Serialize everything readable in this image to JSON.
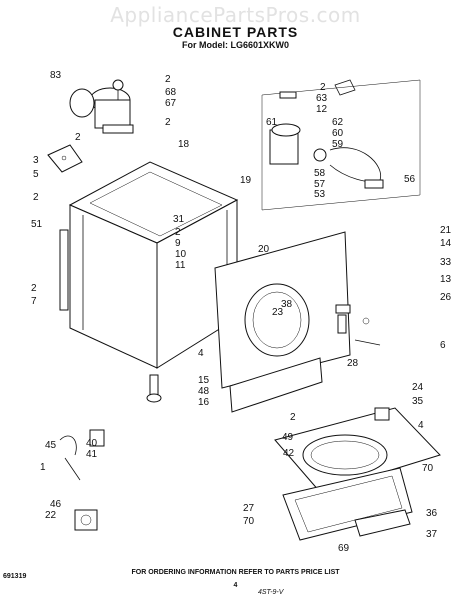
{
  "watermark": "AppliancePartsPros.com",
  "title": "CABINET PARTS",
  "subtitle": "For Model: LG6601XKW0",
  "callouts": [
    "83",
    "2",
    "68",
    "67",
    "2",
    "2",
    "3",
    "5",
    "2",
    "51",
    "18",
    "19",
    "31",
    "2",
    "9",
    "10",
    "11",
    "20",
    "21",
    "14",
    "2",
    "7",
    "4",
    "15",
    "48",
    "16",
    "23",
    "38",
    "33",
    "13",
    "26",
    "6",
    "28",
    "2",
    "49",
    "24",
    "35",
    "4",
    "42",
    "70",
    "27",
    "70",
    "36",
    "37",
    "69",
    "45",
    "40",
    "41",
    "1",
    "46",
    "22",
    "2",
    "63",
    "12",
    "61",
    "62",
    "60",
    "59",
    "58",
    "57",
    "56",
    "53"
  ],
  "footer": {
    "left_code": "691319",
    "center": "FOR ORDERING INFORMATION REFER TO PARTS PRICE LIST",
    "page": "4",
    "handwritten": "4ST-9-V"
  }
}
